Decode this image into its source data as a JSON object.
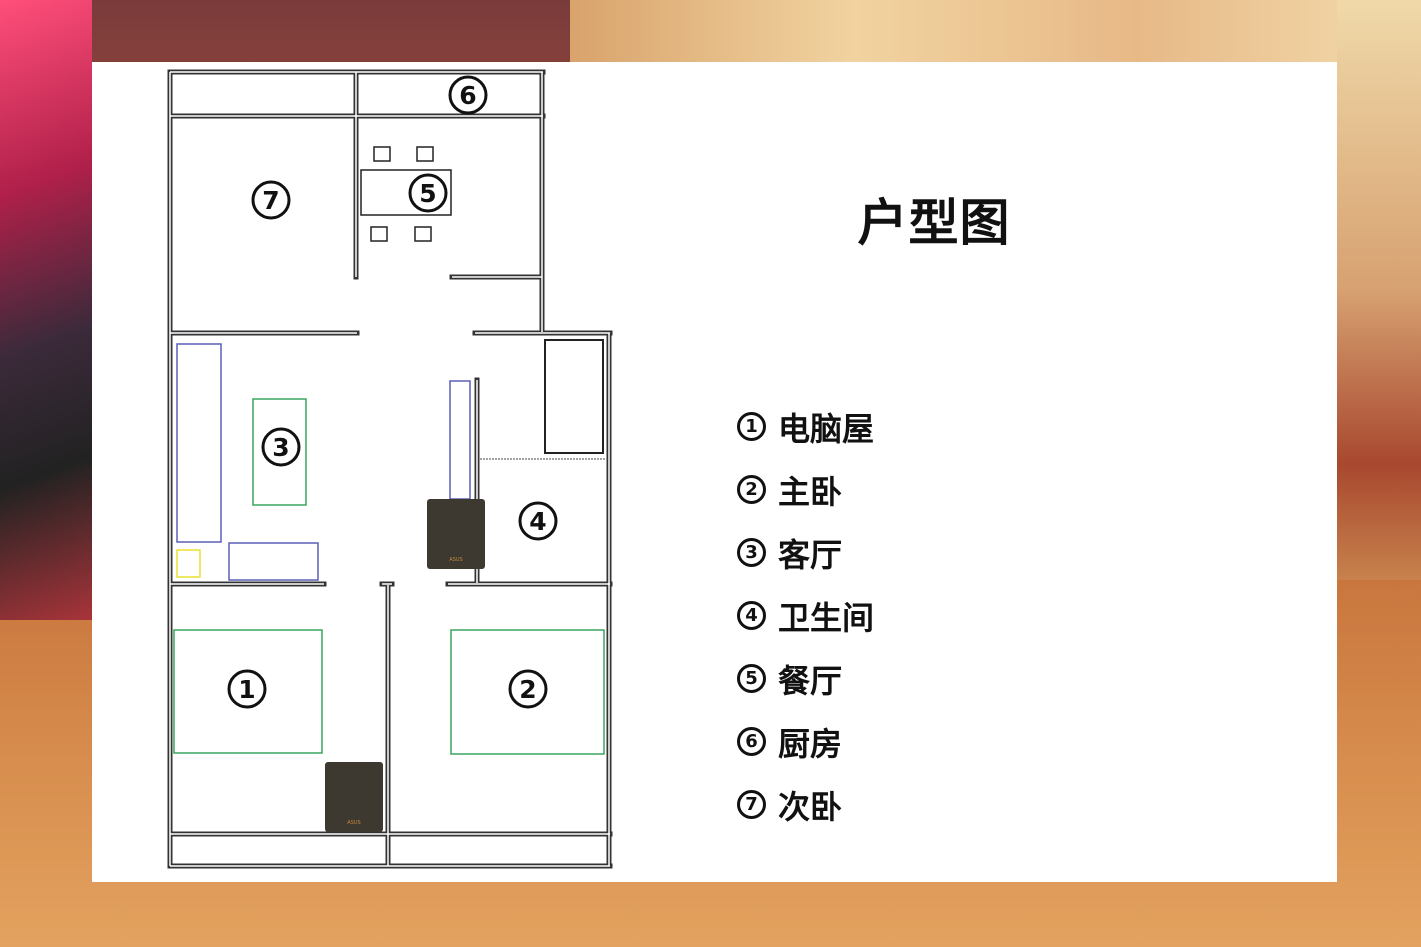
{
  "title": "户型图",
  "legend": [
    {
      "number": "1",
      "label": "电脑屋"
    },
    {
      "number": "2",
      "label": "主卧"
    },
    {
      "number": "3",
      "label": "客厅"
    },
    {
      "number": "4",
      "label": "卫生间"
    },
    {
      "number": "5",
      "label": "餐厅"
    },
    {
      "number": "6",
      "label": "厨房"
    },
    {
      "number": "7",
      "label": "次卧"
    }
  ],
  "colors": {
    "furniture_blue": "#5a5fb5",
    "furniture_green": "#3aa660",
    "furniture_yellow": "#e8e030",
    "router": "#3d3830",
    "wall": "#333333"
  },
  "router_brand": "ASUS"
}
